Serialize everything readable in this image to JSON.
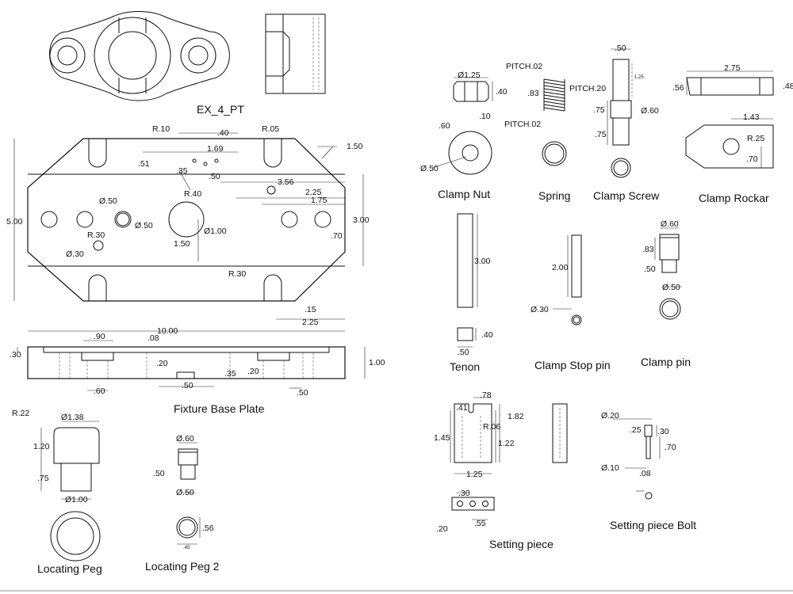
{
  "views": {
    "ex4pt": {
      "title": "EX_4_PT"
    },
    "base_plate": {
      "title": "Fixture Base Plate",
      "dims": {
        "r10": "R.10",
        "d40": ".40",
        "r05": "R.05",
        "d150c": "1.50",
        "d169": "1.69",
        "d51": ".51",
        "d35": ".35",
        "d50": ".50",
        "r40": "R.40",
        "d356": "3.56",
        "d225a": "2.25",
        "d175": "1.75",
        "d500": "5.00",
        "d300": "3.00",
        "dia50a": "Ø.50",
        "dia50b": "Ø.50",
        "r30a": "R.30",
        "dia100": "Ø1.00",
        "dia30": "Ø.30",
        "d150b": "1.50",
        "d70": ".70",
        "r30b": "R.30",
        "d15": ".15",
        "d225b": "2.25",
        "d1000": "10.00",
        "d90": ".90",
        "d08": ".08",
        "d30f": ".30",
        "d100f": "1.00",
        "d20a": ".20",
        "d35f": ".35",
        "d20b": ".20",
        "d50f": ".50",
        "d60f": ".60",
        "d50g": ".50"
      }
    },
    "clamp_nut": {
      "title": "Clamp Nut",
      "dims": {
        "dia125": "Ø1.25",
        "d40": ".40",
        "d10": ".10",
        "d60": ".60",
        "dia50": "Ø.50"
      }
    },
    "spring": {
      "title": "Spring",
      "dims": {
        "p02a": "PITCH.02",
        "d83": ".83",
        "p20": "PITCH.20",
        "p02b": "PITCH.02"
      }
    },
    "clamp_screw": {
      "title": "Clamp Screw",
      "dims": {
        "d50": ".50",
        "d125": "1.25",
        "d75a": ".75",
        "dia60": "Ø.60",
        "d75b": ".75"
      }
    },
    "clamp_rockar": {
      "title": "Clamp Rockar",
      "dims": {
        "d275": "2.75",
        "d56": ".56",
        "d48": ".48",
        "d143": "1.43",
        "r25": "R.25",
        "d70": ".70"
      }
    },
    "tenon": {
      "title": "Tenon",
      "dims": {
        "d300": "3.00",
        "d40": ".40",
        "d50": ".50"
      }
    },
    "stop_pin": {
      "title": "Clamp Stop pin",
      "dims": {
        "d200": "2.00",
        "dia30": "Ø.30"
      }
    },
    "clamp_pin": {
      "title": "Clamp pin",
      "dims": {
        "dia60": "Ø.60",
        "d83": ".83",
        "d50": ".50",
        "dia50": "Ø.50"
      }
    },
    "locating_peg": {
      "title": "Locating Peg",
      "dims": {
        "r22": "R.22",
        "dia138": "Ø1.38",
        "d120": "1.20",
        "d75": ".75",
        "dia100": "Ø1.00"
      }
    },
    "locating_peg2": {
      "title": "Locating Peg 2",
      "dims": {
        "dia60": "Ø.60",
        "d50": ".50",
        "dia50": "Ø.50",
        "d56": ".56",
        "d45": ".45"
      }
    },
    "setting_piece": {
      "title": "Setting piece",
      "dims": {
        "d78": ".78",
        "d41": ".41",
        "r06": "R.06",
        "d182": "1.82",
        "d145": "1.45",
        "d122": "1.22",
        "d125": "1.25",
        "d30": ".30",
        "d20": ".20",
        "d55": ".55"
      }
    },
    "setting_bolt": {
      "title": "Setting piece Bolt",
      "dims": {
        "dia20": "Ø.20",
        "d25": ".25",
        "d30": ".30",
        "d70": ".70",
        "dia10": "Ø.10",
        "d08": ".08"
      }
    }
  }
}
